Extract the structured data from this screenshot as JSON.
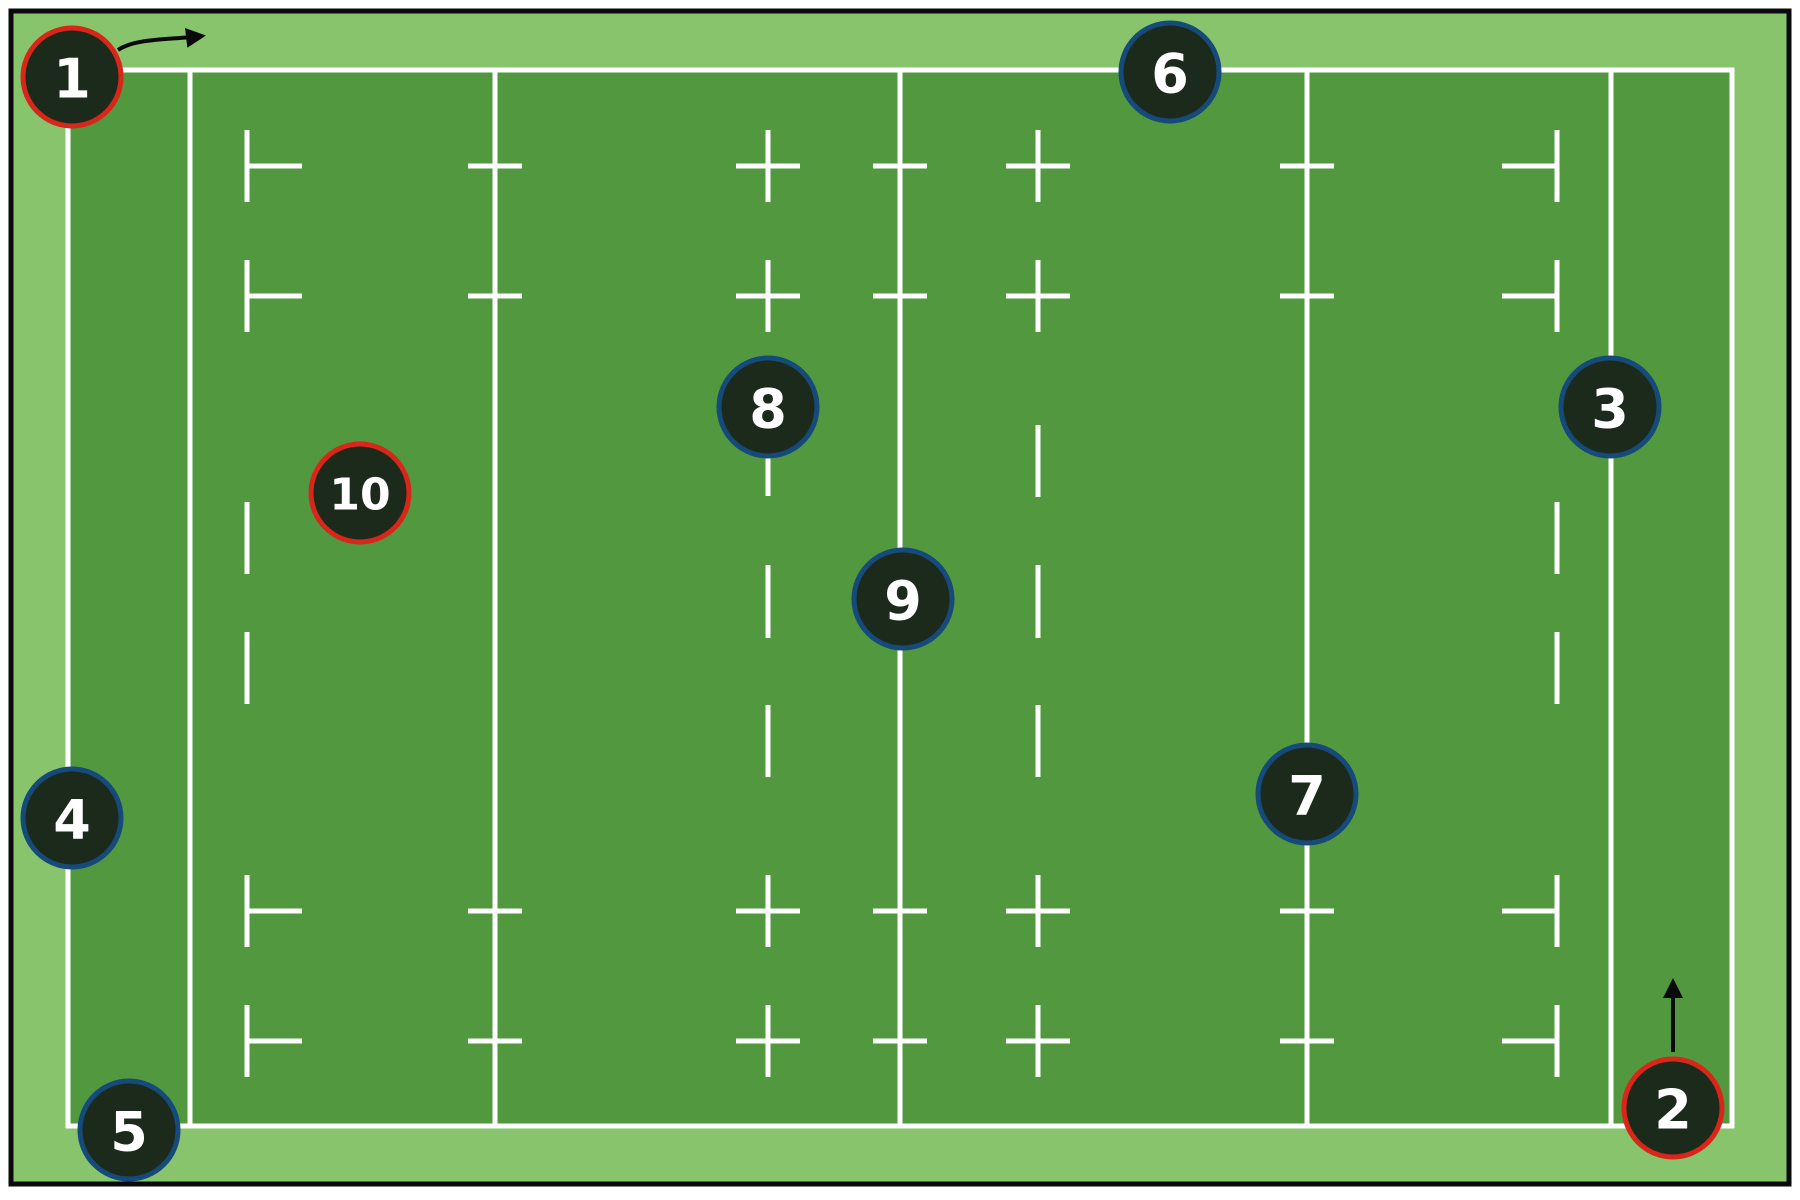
{
  "colors": {
    "outer_background": "#87c46c",
    "pitch_fill": "#52983f",
    "field_lines": "#ffffff",
    "border": "#0a0a0a",
    "token_fill": "#1c2a1c",
    "team_red_ring": "#d9261a",
    "team_blue_ring": "#164a7a",
    "arrow": "#0a0a0a",
    "number_text": "#ffffff"
  },
  "players": [
    {
      "number": "1",
      "team": "red"
    },
    {
      "number": "2",
      "team": "red"
    },
    {
      "number": "3",
      "team": "blue"
    },
    {
      "number": "4",
      "team": "blue"
    },
    {
      "number": "5",
      "team": "blue"
    },
    {
      "number": "6",
      "team": "blue"
    },
    {
      "number": "7",
      "team": "blue"
    },
    {
      "number": "8",
      "team": "blue"
    },
    {
      "number": "9",
      "team": "blue"
    },
    {
      "number": "10",
      "team": "red"
    }
  ],
  "movement_arrows": [
    {
      "player": "1",
      "direction": "right"
    },
    {
      "player": "2",
      "direction": "up"
    }
  ]
}
